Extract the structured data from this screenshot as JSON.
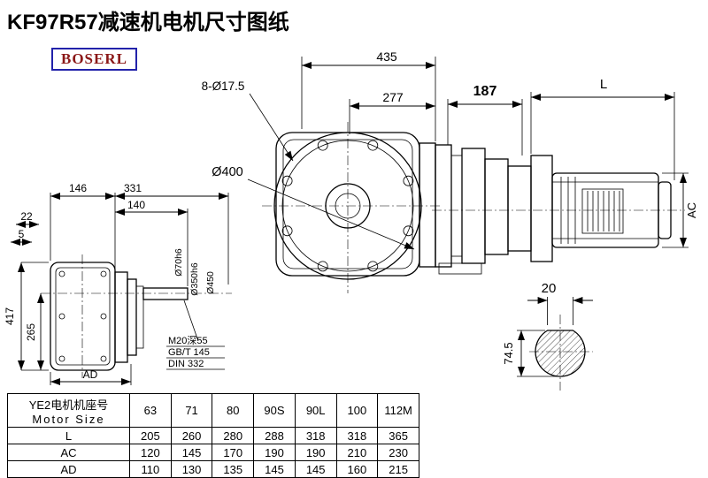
{
  "page": {
    "title": "KF97R57减速机电机尺寸图纸",
    "logo": "BOSERL"
  },
  "front_view": {
    "overall_width": "435",
    "offset_width": "277",
    "bolt_holes": "8-Ø17.5",
    "flange_dia": "Ø400"
  },
  "side_view": {
    "gear_length": "187",
    "motor_length": "L",
    "motor_height": "AC"
  },
  "left_view": {
    "width_146": "146",
    "width_331": "331",
    "width_140": "140",
    "step_22": "22",
    "step_5": "5",
    "height_417": "417",
    "height_265": "265",
    "width_AD": "AD",
    "tap_note_line1": "M20深55",
    "tap_note_line2": "GB/T 145",
    "tap_note_line3": "DIN 332",
    "shaft_dia": "Ø70h6",
    "spigot_dia": "Ø350h6",
    "flange_dia": "Ø450"
  },
  "shaft_section": {
    "key_width": "20",
    "section_height": "74.5"
  },
  "size_table": {
    "header_cn": "YE2电机机座号",
    "header_en": "Motor Size",
    "sizes": [
      "63",
      "71",
      "80",
      "90S",
      "90L",
      "100",
      "112M"
    ],
    "rows": [
      {
        "label": "L",
        "values": [
          "205",
          "260",
          "280",
          "288",
          "318",
          "318",
          "365"
        ]
      },
      {
        "label": "AC",
        "values": [
          "120",
          "145",
          "170",
          "190",
          "190",
          "210",
          "230"
        ]
      },
      {
        "label": "AD",
        "values": [
          "110",
          "130",
          "135",
          "145",
          "145",
          "160",
          "215"
        ]
      }
    ]
  }
}
